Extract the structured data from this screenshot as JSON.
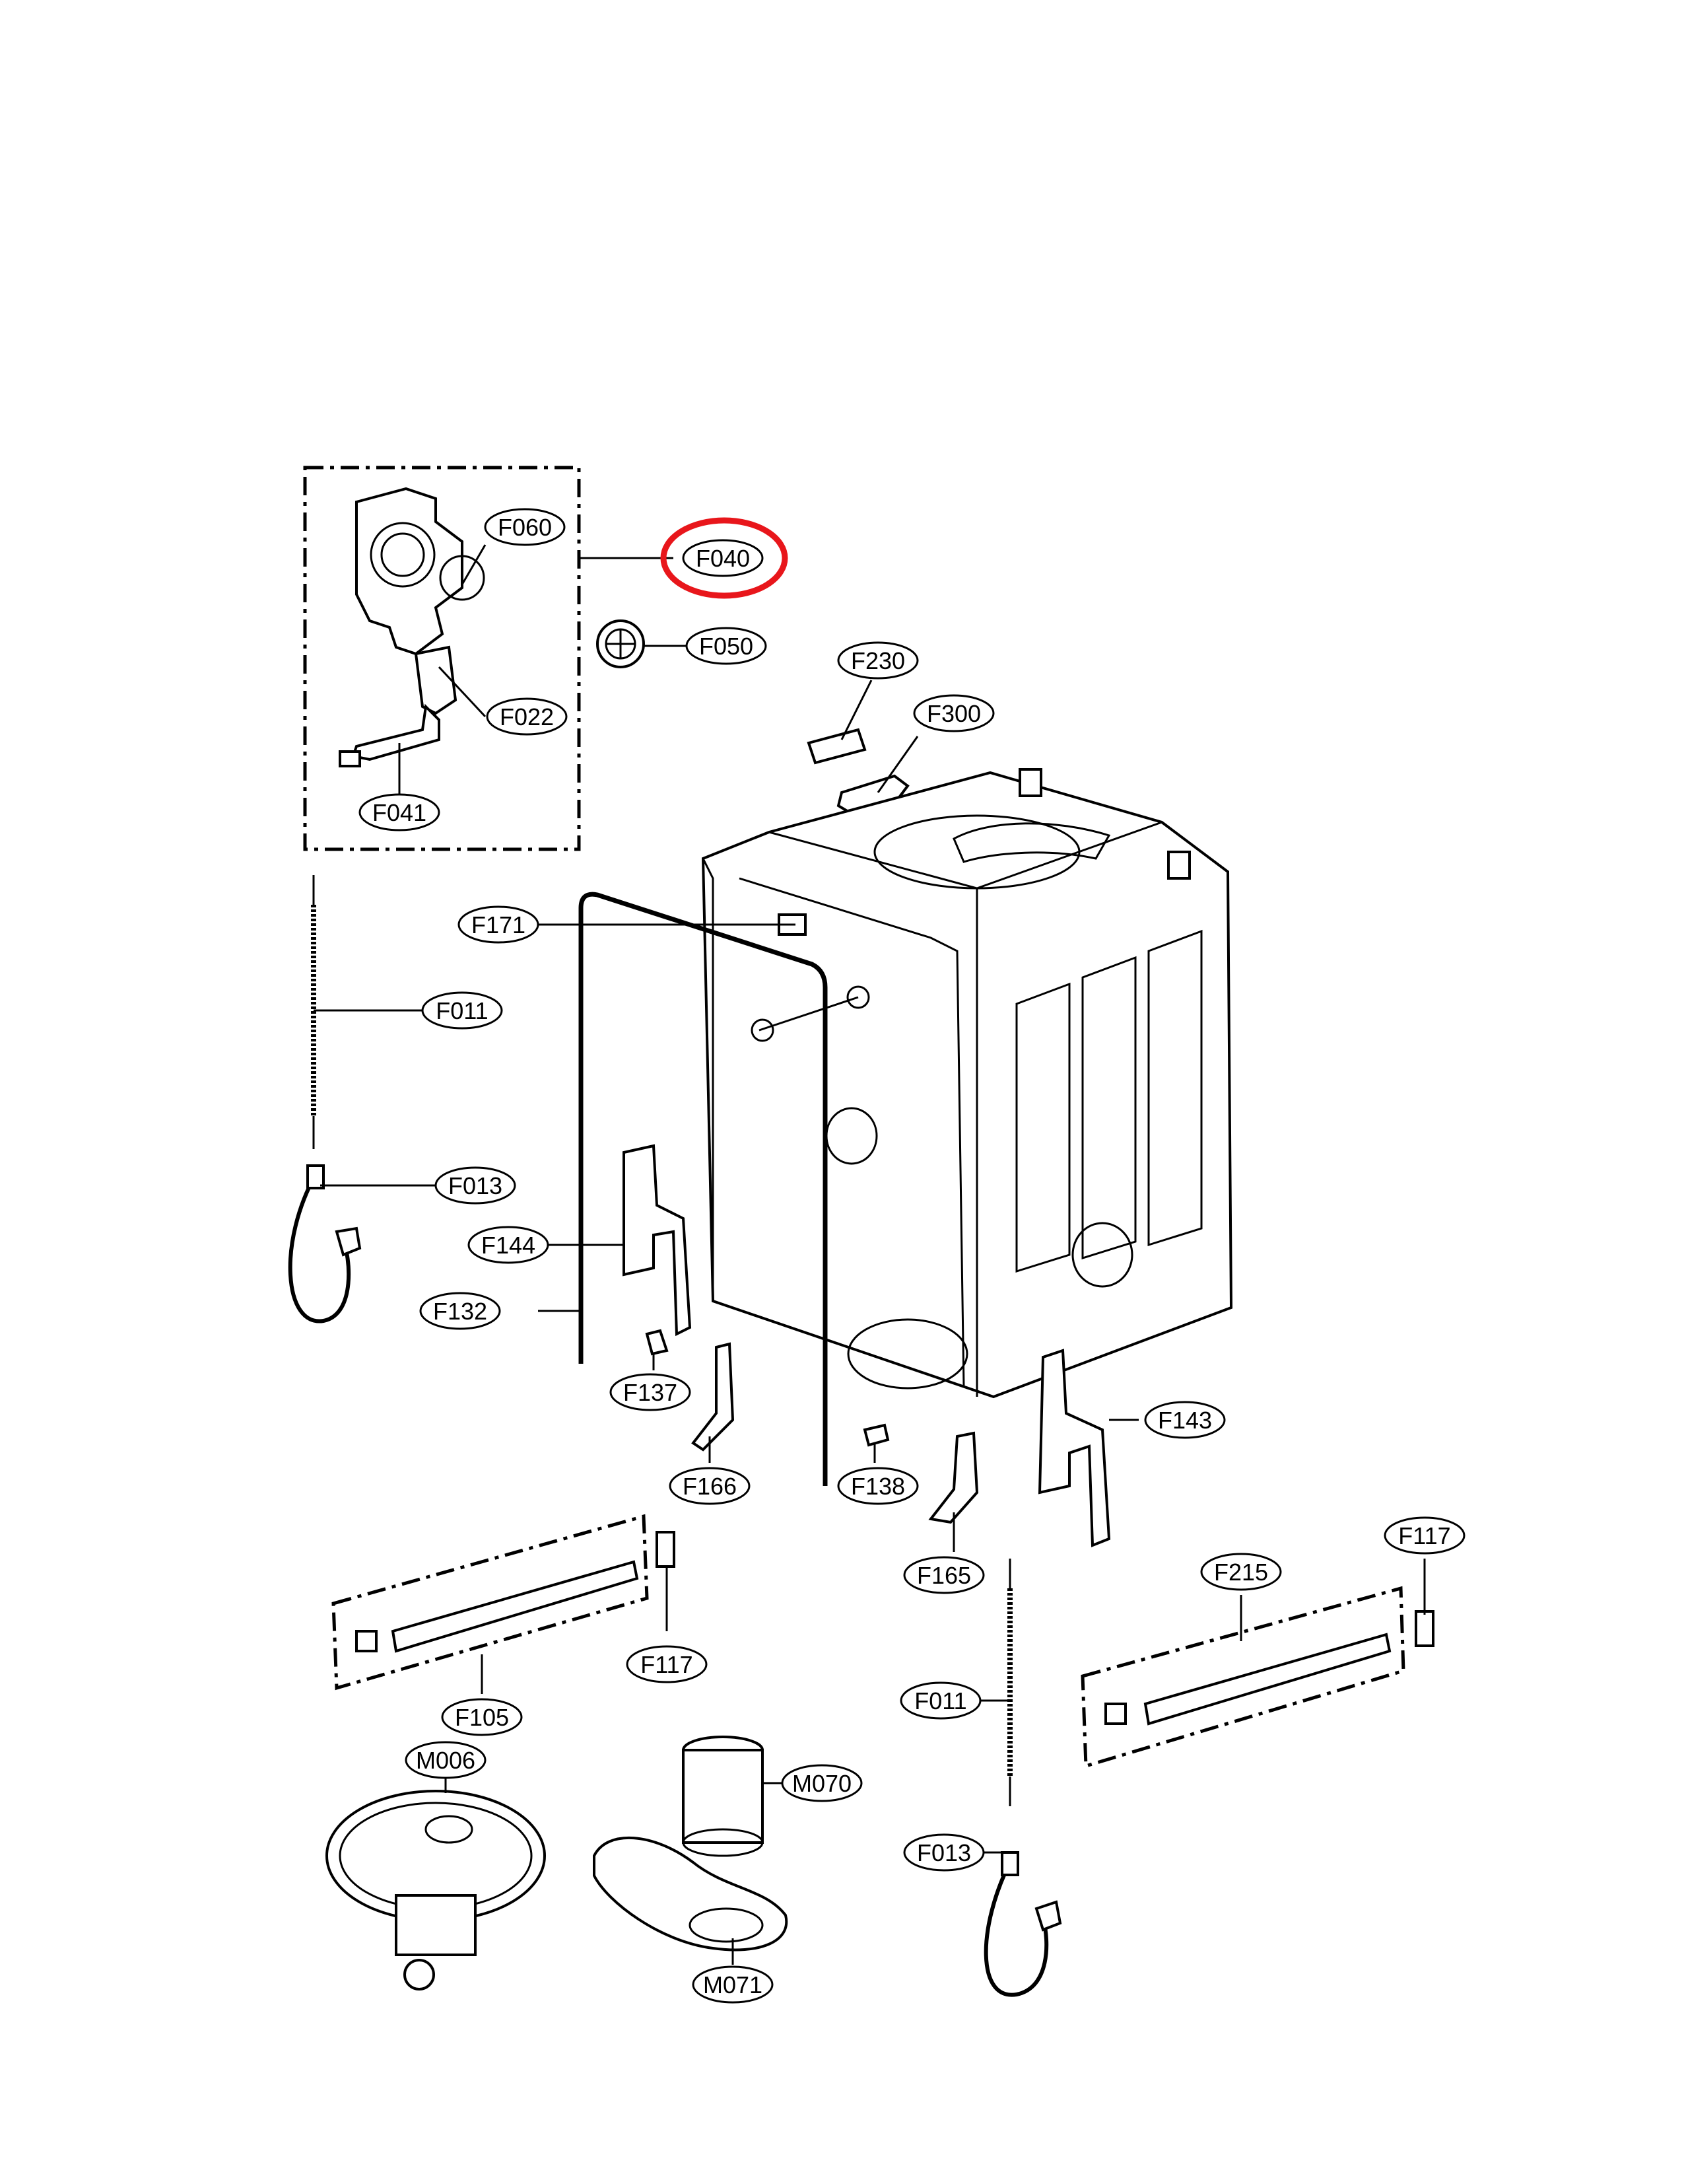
{
  "callouts": {
    "F060": "F060",
    "F040": "F040",
    "F050": "F050",
    "F022": "F022",
    "F041": "F041",
    "F230": "F230",
    "F300": "F300",
    "F171": "F171",
    "F011a": "F011",
    "F013a": "F013",
    "F144": "F144",
    "F132": "F132",
    "F137": "F137",
    "F166": "F166",
    "F138": "F138",
    "F143": "F143",
    "F165": "F165",
    "F117a": "F117",
    "F105": "F105",
    "F215": "F215",
    "F117b": "F117",
    "F011b": "F011",
    "F013b": "F013",
    "M006": "M006",
    "M070": "M070",
    "M071": "M071"
  },
  "highlight": {
    "part": "F040",
    "color": "#e8161b"
  }
}
